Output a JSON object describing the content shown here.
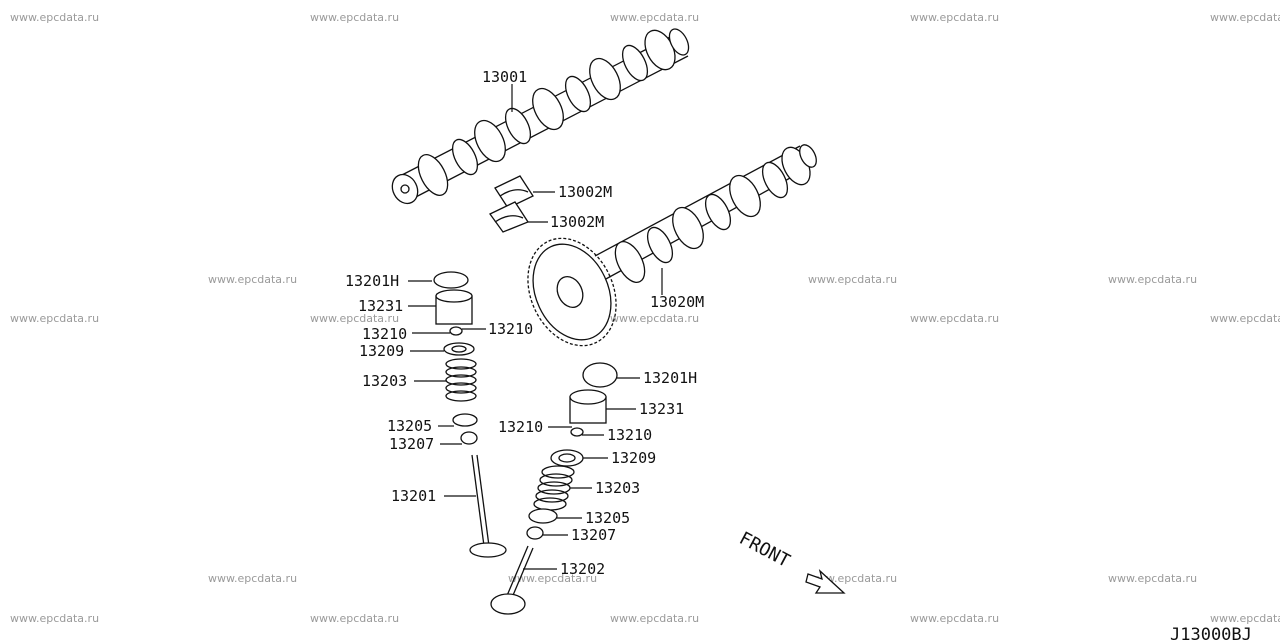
{
  "diagram": {
    "reference_code": "J13000BJ",
    "front_label": "FRONT",
    "watermark": "www.epcdata.ru",
    "parts": {
      "camshaft_exhaust": "13001",
      "camshaft_bracket_upper": "13002M",
      "camshaft_bracket_lower": "13002M",
      "camshaft_intake": "13020M",
      "shim_left": "13201H",
      "lifter_left": "13231",
      "collet_left_a": "13210",
      "collet_left_b": "13210",
      "retainer_left": "13209",
      "spring_left": "13203",
      "seat_left": "13205",
      "seal_left": "13207",
      "valve_intake": "13201",
      "shim_right": "13201H",
      "lifter_right": "13231",
      "collet_right_a": "13210",
      "collet_right_b": "13210",
      "retainer_right": "13209",
      "spring_right": "13203",
      "seat_right": "13205",
      "seal_right": "13207",
      "valve_exhaust": "13202"
    }
  }
}
